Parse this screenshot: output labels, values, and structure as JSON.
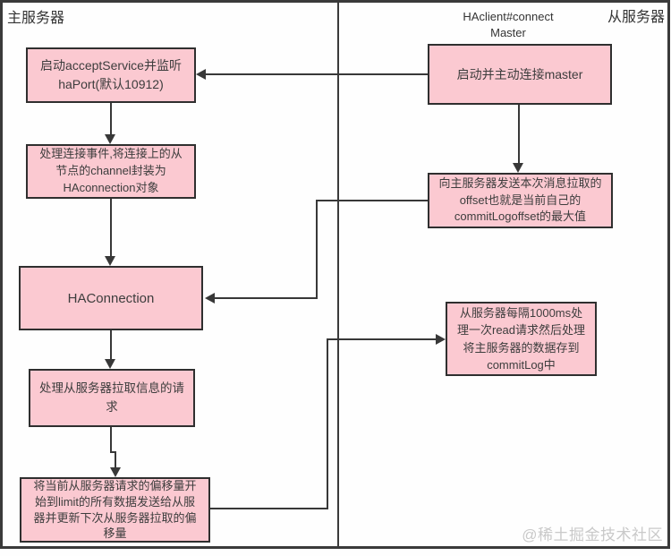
{
  "diagram": {
    "title_left": "主服务器",
    "title_right": "从服务器",
    "annotation": "HAclient#connect\nMaster",
    "watermark": "@稀土掘金技术社区",
    "colors": {
      "node_fill": "#fbc9d1",
      "node_border": "#2f2f2f",
      "line": "#383838",
      "text": "#3d3d3d",
      "watermark": "#c9c9c9"
    },
    "master_nodes": [
      {
        "id": "m1",
        "text": "启动acceptService并监听\nhaPort(默认10912)"
      },
      {
        "id": "m2",
        "text": "处理连接事件,将连接上的从\n节点的channel封装为\nHAconnection对象"
      },
      {
        "id": "m3",
        "text": "HAConnection"
      },
      {
        "id": "m4",
        "text": "处理从服务器拉取信息的请\n求"
      },
      {
        "id": "m5",
        "text": "将当前从服务器请求的偏移量开\n始到limit的所有数据发送给从服\n器并更新下次从服务器拉取的偏\n移量"
      }
    ],
    "slave_nodes": [
      {
        "id": "s1",
        "text": "启动并主动连接master"
      },
      {
        "id": "s2",
        "text": "向主服务器发送本次消息拉取的\noffset也就是当前自己的\ncommitLogoffset的最大值"
      },
      {
        "id": "s3",
        "text": "从服务器每隔1000ms处\n理一次read请求然后处理\n将主服务器的数据存到\ncommitLog中"
      }
    ],
    "edges": [
      {
        "from": "s1",
        "to": "m1"
      },
      {
        "from": "m1",
        "to": "m2"
      },
      {
        "from": "m2",
        "to": "m3"
      },
      {
        "from": "m3",
        "to": "m4"
      },
      {
        "from": "m4",
        "to": "m5"
      },
      {
        "from": "s1",
        "to": "s2"
      },
      {
        "from": "s2",
        "to": "m3"
      },
      {
        "from": "m5",
        "to": "s3"
      }
    ]
  }
}
